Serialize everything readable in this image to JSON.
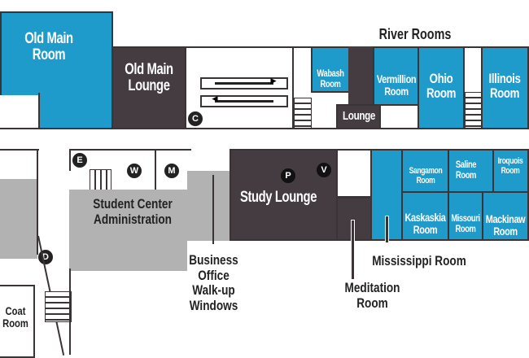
{
  "rooms": {
    "old_main_room": "Old Main\nRoom",
    "old_main_lounge": "Old Main\nLounge",
    "river_rooms_title": "River Rooms",
    "wabash": "Wabash\nRoom",
    "vermillion": "Vermillion\nRoom",
    "ohio": "Ohio\nRoom",
    "illinois": "Illinois\nRoom",
    "lounge": "Lounge",
    "sangamon": "Sangamon\nRoom",
    "saline": "Saline\nRoom",
    "iroquois": "Iroquois\nRoom",
    "kaskaskia": "Kaskaskia\nRoom",
    "missouri": "Missouri\nRoom",
    "mackinaw": "Mackinaw\nRoom",
    "study_lounge": "Study Lounge",
    "student_center_admin": "Student Center\nAdministration",
    "coat_room": "Coat\nRoom"
  },
  "callouts": {
    "business_office": "Business\nOffice\nWalk-up\nWindows",
    "meditation_room": "Meditation\nRoom",
    "mississippi_room": "Mississippi Room"
  },
  "markers": {
    "c": "C",
    "e": "E",
    "w": "W",
    "m": "M",
    "p": "P",
    "v": "V",
    "d": "D"
  },
  "colors": {
    "room_blue": "#1e9acb",
    "lounge_dark": "#443c40",
    "admin_gray": "#b2b2b2"
  }
}
